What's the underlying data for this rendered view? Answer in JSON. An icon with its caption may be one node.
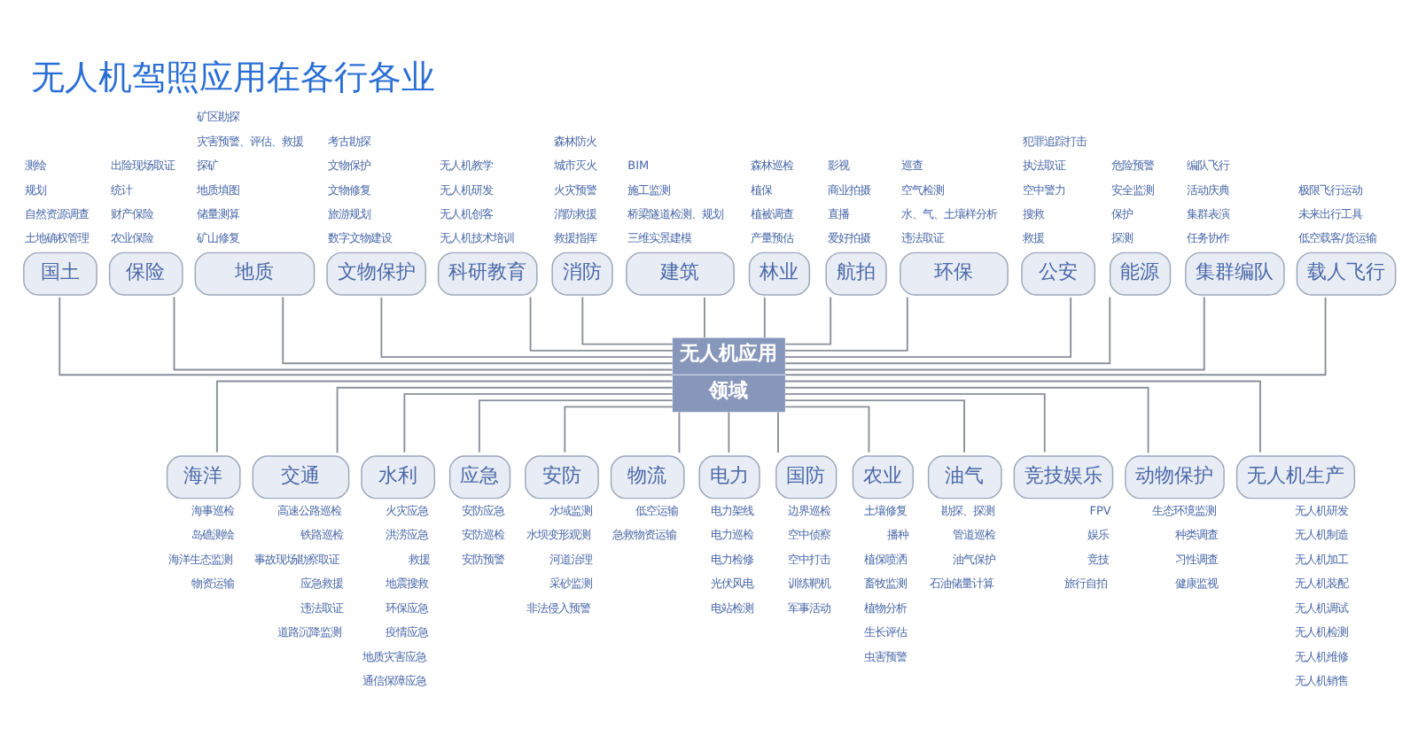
{
  "diagram": {
    "title": "无人机驾照应用在各行各业",
    "nodes": [
      {
        "text": [
          "国土"
        ],
        "beside": [
          "测绘",
          "规划",
          "自然资源调查",
          "土地确权管理"
        ]
      },
      {
        "text": [
          "保险"
        ],
        "beside": [
          "出险现场取证",
          "统计",
          "财产保险",
          "农业保险"
        ]
      },
      {
        "text": [
          "地质"
        ],
        "beside": [
          "矿区勘探",
          "灾害预警、评估、救援",
          "探矿",
          "地质填图",
          "储量测算",
          "矿山修复"
        ]
      },
      {
        "text": [
          "文物保护"
        ],
        "beside": [
          "考古勘探",
          "文物保护",
          "文物修复",
          "旅游规划",
          "数字文物建设"
        ]
      },
      {
        "text": [
          "科研教育"
        ],
        "beside": [
          "无人机教学",
          "无人机研发",
          "无人机创客",
          "无人机技术培训"
        ]
      },
      {
        "text": [
          "消防"
        ],
        "beside": [
          "森林防火",
          "城市灭火",
          "火灾预警",
          "消防救援",
          "救援指挥"
        ]
      },
      {
        "text": [
          "建筑"
        ],
        "beside": [
          "BIM",
          "施工监测",
          "桥梁隧道检测、规划",
          "三维实景建模"
        ]
      },
      {
        "text": [
          "林业"
        ],
        "beside": [
          "森林巡检",
          "植保",
          "植被调查",
          "产量预估"
        ]
      },
      {
        "text": [
          "航拍"
        ],
        "beside": [
          "影视",
          "商业拍摄",
          "直播",
          "爱好拍摄"
        ]
      },
      {
        "text": [
          "环保"
        ],
        "beside": [
          "巡查",
          "空气检测",
          "水、气、土壤样分析",
          "违法取证"
        ]
      },
      {
        "text": [
          "公安"
        ],
        "beside": [
          "犯罪追踪打击",
          "执法取证",
          "空中警力",
          "搜救",
          "救援"
        ]
      },
      {
        "text": [
          "能源"
        ],
        "beside": [
          "危险预警",
          "安全监测",
          "保护",
          "探测"
        ]
      },
      {
        "text": [
          "集群编队"
        ],
        "beside": [
          "编队飞行",
          "活动庆典",
          "集群表演",
          "任务协作"
        ]
      },
      {
        "text": [
          "载人飞行"
        ],
        "beside": [
          "极限飞行运动",
          "未来出行工具",
          "低空载客/货运输"
        ]
      },
      {
        "text": [
          "无人机应用",
          "领域"
        ]
      },
      {
        "text": [
          "海洋"
        ],
        "beside": [
          "海事巡检",
          "岛礁测绘",
          "海洋生态监测",
          "物资运输"
        ]
      },
      {
        "text": [
          "交通"
        ],
        "beside": [
          "高速公路巡检",
          "铁路巡检",
          "事故现场勘察取证",
          "应急救援",
          "违法取证",
          "道路沉降监测"
        ]
      },
      {
        "text": [
          "水利"
        ],
        "beside": [
          "火灾应急",
          "洪涝应急",
          "救援",
          "地震搜救",
          "环保应急",
          "疫情应急",
          "地质灾害应急",
          "通信保障应急"
        ]
      },
      {
        "text": [
          "应急"
        ],
        "beside": [
          "安防应急",
          "安防巡检",
          "安防预警"
        ]
      },
      {
        "text": [
          "安防"
        ],
        "beside": [
          "水域监测",
          "水坝变形观测",
          "河道治理",
          "采砂监测",
          "非法侵入预警"
        ]
      },
      {
        "text": [
          "物流"
        ],
        "beside": [
          "低空运输",
          "急救物资运输"
        ]
      },
      {
        "text": [
          "电力"
        ],
        "beside": [
          "电力架线",
          "电力巡检",
          "电力检修",
          "光伏风电",
          "电站检测"
        ]
      },
      {
        "text": [
          "国防"
        ],
        "beside": [
          "边界巡检",
          "空中侦察",
          "空中打击",
          "训练靶机",
          "军事活动"
        ]
      },
      {
        "text": [
          "农业"
        ],
        "beside": [
          "土壤修复",
          "播种",
          "植保喷洒",
          "畜牧监测",
          "植物分析",
          "生长评估",
          "虫害预警"
        ]
      },
      {
        "text": [
          "油气"
        ],
        "beside": [
          "勘探、探测",
          "管道巡检",
          "油气保护",
          "石油储量计算"
        ]
      },
      {
        "text": [
          "竞技娱乐"
        ],
        "beside": [
          "FPV",
          "娱乐",
          "竞技",
          "旅行自拍"
        ]
      },
      {
        "text": [
          "动物保护"
        ],
        "beside": [
          "生态环境监测",
          "种类调查",
          "习性调查",
          "健康监视"
        ]
      },
      {
        "text": [
          "无人机生产"
        ],
        "beside": [
          "无人机研发",
          "无人机制造",
          "无人机加工",
          "无人机装配",
          "无人机调试",
          "无人机检测",
          "无人机维修",
          "无人机销售"
        ]
      }
    ],
    "edges": [
      {
        "from": 0,
        "to": 14,
        "arrow": "none"
      },
      {
        "from": 1,
        "to": 14,
        "arrow": "none"
      },
      {
        "from": 2,
        "to": 14,
        "arrow": "none"
      },
      {
        "from": 3,
        "to": 14,
        "arrow": "none"
      },
      {
        "from": 4,
        "to": 14,
        "arrow": "none"
      },
      {
        "from": 5,
        "to": 14,
        "arrow": "none"
      },
      {
        "from": 6,
        "to": 14,
        "arrow": "none"
      },
      {
        "from": 7,
        "to": 14,
        "arrow": "none"
      },
      {
        "from": 8,
        "to": 14,
        "arrow": "none"
      },
      {
        "from": 9,
        "to": 14,
        "arrow": "none"
      },
      {
        "from": 10,
        "to": 14,
        "arrow": "none"
      },
      {
        "from": 11,
        "to": 14,
        "arrow": "none"
      },
      {
        "from": 12,
        "to": 14,
        "arrow": "none"
      },
      {
        "from": 13,
        "to": 14,
        "arrow": "none"
      },
      {
        "from": 14,
        "to": 15,
        "arrow": "none"
      },
      {
        "from": 14,
        "to": 16,
        "arrow": "none"
      },
      {
        "from": 14,
        "to": 17,
        "arrow": "none"
      },
      {
        "from": 14,
        "to": 18,
        "arrow": "none"
      },
      {
        "from": 14,
        "to": 19,
        "arrow": "none"
      },
      {
        "from": 14,
        "to": 20,
        "arrow": "none"
      },
      {
        "from": 14,
        "to": 21,
        "arrow": "none"
      },
      {
        "from": 14,
        "to": 22,
        "arrow": "none"
      },
      {
        "from": 14,
        "to": 23,
        "arrow": "none"
      },
      {
        "from": 14,
        "to": 24,
        "arrow": "none"
      },
      {
        "from": 14,
        "to": 25,
        "arrow": "none"
      },
      {
        "from": 14,
        "to": 26,
        "arrow": "none"
      },
      {
        "from": 14,
        "to": 27,
        "arrow": "none"
      }
    ]
  }
}
